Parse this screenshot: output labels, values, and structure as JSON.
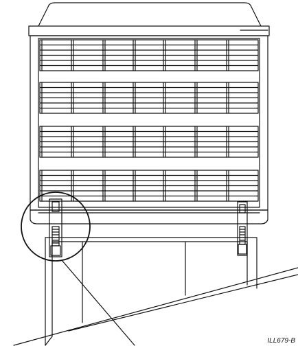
{
  "figure": {
    "id_label": "ILL679-B"
  },
  "colors": {
    "line": "#111111",
    "background": "#ffffff"
  },
  "parts": [
    "cooler-top-cap",
    "cooler-front-grille",
    "cooler-base-tray",
    "mounting-bracket-left",
    "mounting-bracket-right",
    "stand-frame",
    "sloped-roof",
    "detail-callout-circle",
    "callout-leader-line"
  ]
}
